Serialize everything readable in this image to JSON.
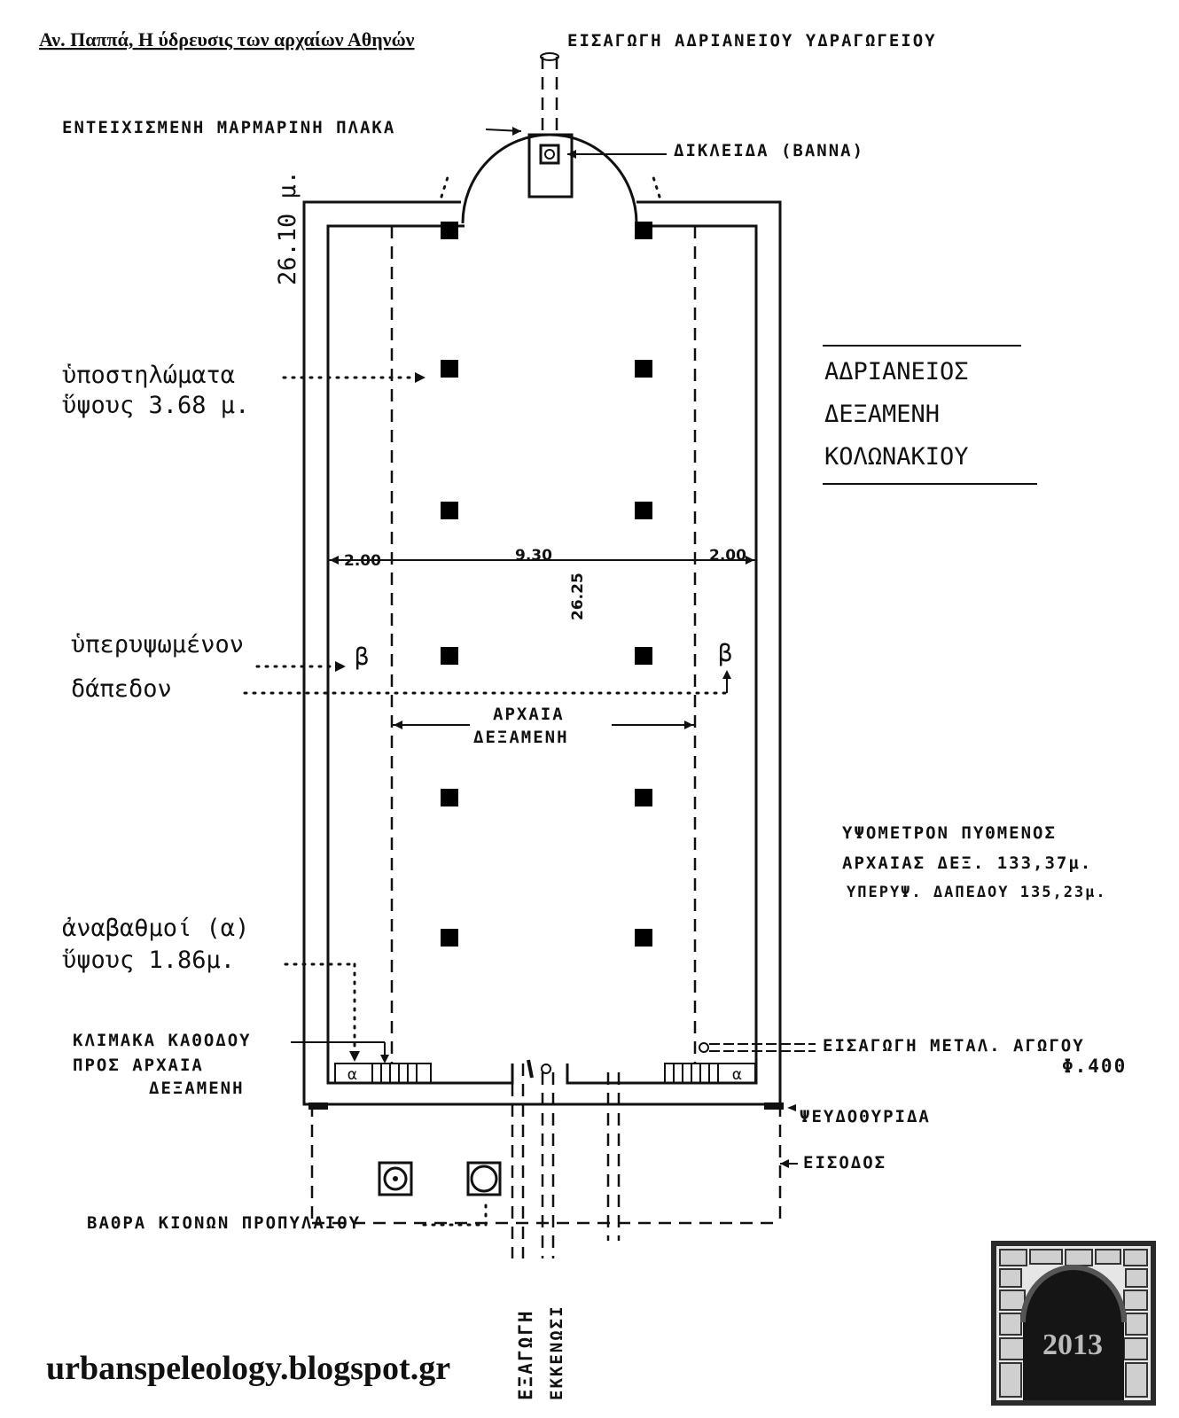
{
  "source_title": "Αν. Παππά, Η ύδρευσις των αρχαίων Αθηνών",
  "website": "urbanspeleology.blogspot.gr",
  "logo_year": "2013",
  "title_block": [
    "ΑΔΡΙΑΝΕΙΟΣ",
    "ΔΕΞΑΜΕΝΗ",
    "ΚΟΛΩΝΑΚΙΟΥ"
  ],
  "labels": {
    "inlet_top": "ΕΙΣΑΓΩΓΗ ΑΔΡΙΑΝΕΙΟΥ ΥΔΡΑΓΩΓΕΙΟΥ",
    "marble_slab": "ΕΝΤΕΙΧΙΣΜΕΝΗ ΜΑΡΜΑΡΙΝΗ ΠΛΑΚΑ",
    "sluice": "ΔΙΚΛΕΙΔΑ (ΒΑΝΝΑ)",
    "ancient_tank": [
      "ΑΡΧΑΙΑ",
      "ΔΕΞΑΜΕΝΗ"
    ],
    "bottom_level": [
      "ΥΨΟΜΕΤΡΟΝ ΠΥΘΜΕΝΟΣ",
      "ΑΡΧΑΙΑΣ ΔΕΞ. 133,37μ.",
      "ΥΠΕΡΥΨ. ΔΑΠΕΔΟΥ 135,23μ."
    ],
    "stairs": [
      "ΚΛΙΜΑΚΑ ΚΑΘΟΔΟΥ",
      "ΠΡΟΣ ΑΡΧΑΙΑ",
      "ΔΕΞΑΜΕΝΗ"
    ],
    "metal_pipe": [
      "ΕΙΣΑΓΩΓΗ ΜΕΤΑΛ. ΑΓΩΓΟΥ",
      "Φ.400"
    ],
    "false_door": "ΨΕΥΔΟΘΥΡΙΔΑ",
    "entrance": "ΕΙΣΟΔΟΣ",
    "column_bases": "ΒΑΘΡΑ ΚΙΟΝΩΝ ΠΡΟΠΥΛΑΙΟΥ",
    "outlet": "ΕΞΑΓΩΓΗ",
    "drain": "ΕΚΚΕΝΩΣΙ",
    "pillars": [
      "ὑποστηλώματα",
      "ὕψους 3.68 μ."
    ],
    "raised_floor": [
      "ὑπερυψωμένον",
      "δάπεδον"
    ],
    "steps": [
      "ἀναβαθμοί (α)",
      "ὕψους 1.86μ."
    ]
  },
  "dimensions": {
    "length": "26.10 μ.",
    "side_left": "2.00",
    "middle": "9.30",
    "side_right": "2.00",
    "inner_length": "26.25"
  },
  "marks": {
    "beta": "β",
    "alpha": "α"
  }
}
